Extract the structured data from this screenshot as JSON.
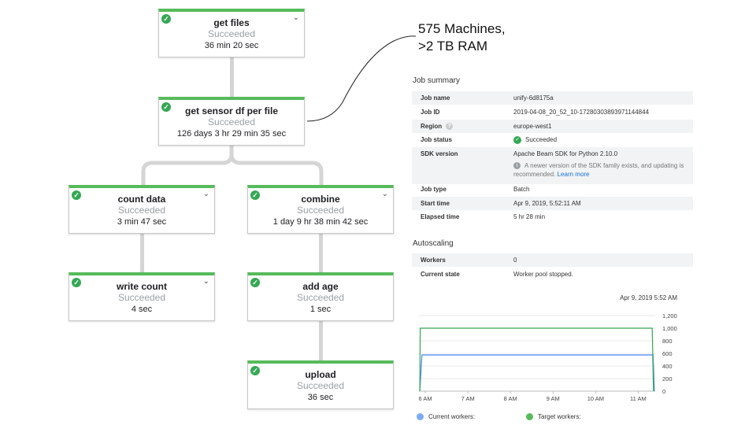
{
  "pipeline": {
    "nodes": [
      {
        "name": "get files",
        "status": "Succeeded",
        "duration": "36 min 20 sec"
      },
      {
        "name": "get sensor df per file",
        "status": "Succeeded",
        "duration": "126 days 3 hr 29 min 35 sec"
      },
      {
        "name": "count data",
        "status": "Succeeded",
        "duration": "3 min 47 sec"
      },
      {
        "name": "combine",
        "status": "Succeeded",
        "duration": "1 day 9 hr 38 min 42 sec"
      },
      {
        "name": "write count",
        "status": "Succeeded",
        "duration": "4 sec"
      },
      {
        "name": "add age",
        "status": "Succeeded",
        "duration": "1 sec"
      },
      {
        "name": "upload",
        "status": "Succeeded",
        "duration": "36 sec"
      }
    ]
  },
  "annotation": {
    "line1": "575 Machines,",
    "line2": ">2 TB RAM"
  },
  "job_summary": {
    "title": "Job summary",
    "rows": [
      {
        "label": "Job name",
        "value": "unify-6d8175a"
      },
      {
        "label": "Job ID",
        "value": "2019-04-08_20_52_10-17280303893971144844"
      },
      {
        "label": "Region",
        "value": "europe-west1"
      },
      {
        "label": "Job status",
        "value": "Succeeded"
      },
      {
        "label": "SDK version",
        "value": "Apache Beam SDK for Python 2.10.0"
      },
      {
        "label": "Job type",
        "value": "Batch"
      },
      {
        "label": "Start time",
        "value": "Apr 9, 2019, 5:52:11 AM"
      },
      {
        "label": "Elapsed time",
        "value": "5 hr 28 min"
      }
    ],
    "sdk_note": "A newer version of the SDK family exists, and updating is recommended.",
    "sdk_link": "Learn more"
  },
  "autoscaling": {
    "title": "Autoscaling",
    "rows": [
      {
        "label": "Workers",
        "value": "0"
      },
      {
        "label": "Current state",
        "value": "Worker pool stopped."
      }
    ]
  },
  "chart_data": {
    "type": "line",
    "title": "Apr 9, 2019 5:52 AM",
    "x_ticks": [
      "6 AM",
      "7 AM",
      "8 AM",
      "9 AM",
      "10 AM",
      "11 AM"
    ],
    "y_ticks": [
      "0",
      "200",
      "400",
      "600",
      "800",
      "1,000",
      "1,200"
    ],
    "ylim": [
      0,
      1200
    ],
    "series": [
      {
        "name": "Current workers:",
        "color": "#4285f4",
        "points": [
          [
            5.87,
            0
          ],
          [
            5.92,
            575
          ],
          [
            11.35,
            575
          ],
          [
            11.38,
            0
          ]
        ]
      },
      {
        "name": "Target workers:",
        "color": "#34a853",
        "points": [
          [
            5.87,
            0
          ],
          [
            5.88,
            1000
          ],
          [
            11.33,
            1000
          ],
          [
            11.36,
            0
          ]
        ]
      }
    ]
  }
}
